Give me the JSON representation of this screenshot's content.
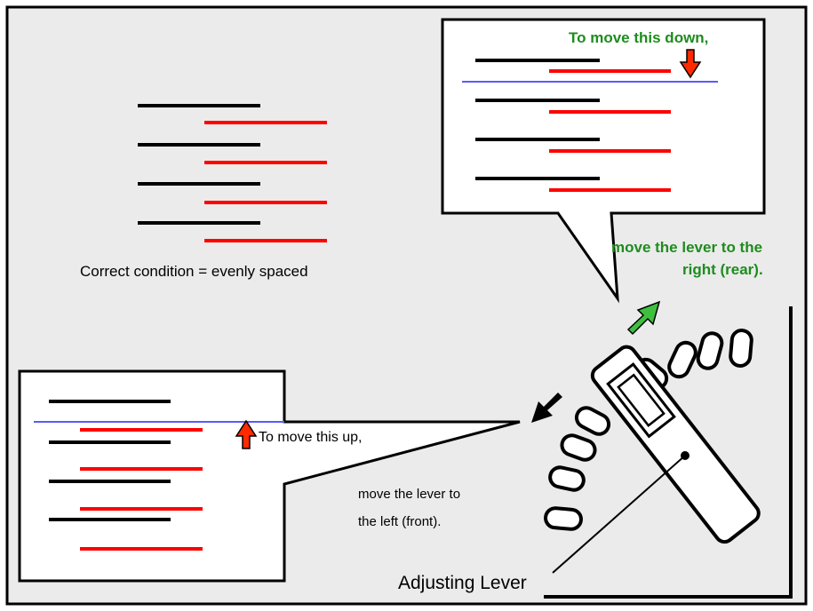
{
  "labels": {
    "correct_condition": "Correct condition = evenly spaced",
    "move_down_line1": "To move this down,",
    "move_down_line2": "move the lever to the",
    "move_down_line3": "right (rear).",
    "move_up_line1": "To move this up,",
    "move_left_line1": "move the lever to",
    "move_left_line2": "the left (front).",
    "adjusting_lever": "Adjusting Lever"
  },
  "colors": {
    "background": "#ebebeb",
    "black_line": "#000000",
    "red_line": "#ff0000",
    "blue_line": "#5a5aff",
    "green_text": "#1e8c1e",
    "green_arrow": "#3fbf3f",
    "red_arrow": "#ff2a00"
  }
}
